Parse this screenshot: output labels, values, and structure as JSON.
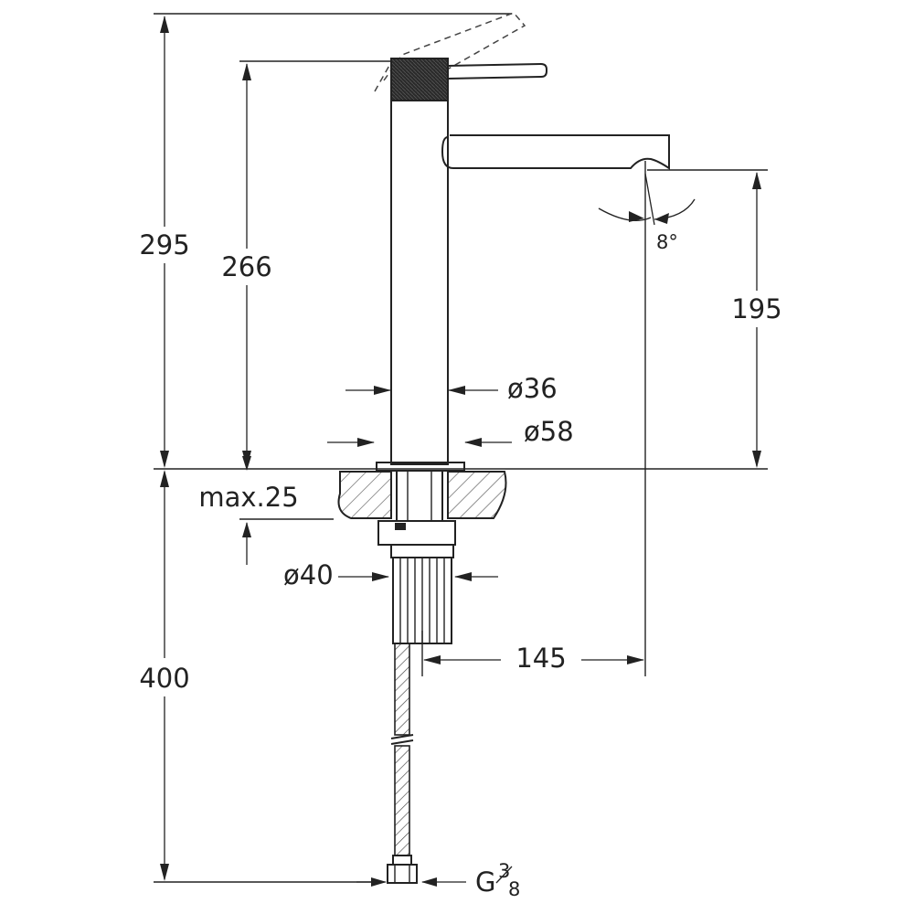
{
  "dimensions": {
    "total_height": "295",
    "body_height": "266",
    "spout_height": "195",
    "spout_angle": "8°",
    "body_diameter": "ø36",
    "base_diameter": "ø58",
    "max_thickness": "max.25",
    "shank_diameter": "ø40",
    "spout_reach": "145",
    "hose_length": "400",
    "thread": "G",
    "thread_fraction_num": "3",
    "thread_fraction_den": "8"
  },
  "colors": {
    "line": "#222222",
    "cartridge": "#333333",
    "hatch": "#666666"
  }
}
